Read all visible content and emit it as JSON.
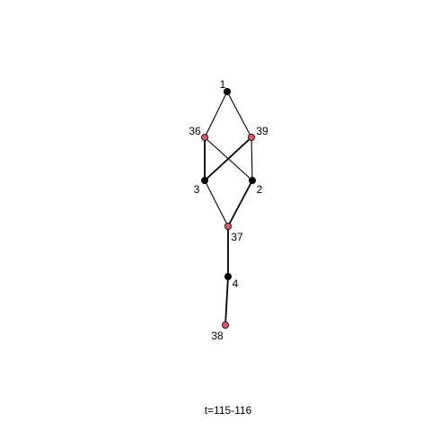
{
  "caption": "t=115-116",
  "colors": {
    "red": "#df536b",
    "black": "#000000",
    "edge": "#000000"
  },
  "nodes": [
    {
      "id": "1",
      "label": "1",
      "color": "black"
    },
    {
      "id": "36",
      "label": "36",
      "color": "red"
    },
    {
      "id": "39",
      "label": "39",
      "color": "red"
    },
    {
      "id": "3",
      "label": "3",
      "color": "black"
    },
    {
      "id": "2",
      "label": "2",
      "color": "black"
    },
    {
      "id": "37",
      "label": "37",
      "color": "red"
    },
    {
      "id": "4",
      "label": "4",
      "color": "black"
    },
    {
      "id": "38",
      "label": "38",
      "color": "red"
    }
  ],
  "edges": [
    {
      "from": "1",
      "to": "36",
      "weight": "thin"
    },
    {
      "from": "1",
      "to": "39",
      "weight": "thin"
    },
    {
      "from": "36",
      "to": "3",
      "weight": "thick"
    },
    {
      "from": "36",
      "to": "2",
      "weight": "thin"
    },
    {
      "from": "39",
      "to": "3",
      "weight": "thick"
    },
    {
      "from": "39",
      "to": "2",
      "weight": "thin"
    },
    {
      "from": "3",
      "to": "37",
      "weight": "thin"
    },
    {
      "from": "2",
      "to": "37",
      "weight": "thick"
    },
    {
      "from": "37",
      "to": "4",
      "weight": "thick"
    },
    {
      "from": "4",
      "to": "38",
      "weight": "thick"
    }
  ]
}
